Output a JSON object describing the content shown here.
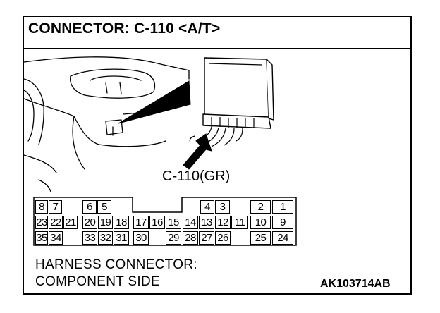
{
  "title": "CONNECTOR: C-110 <A/T>",
  "callout_label": "C-110(GR)",
  "connector": {
    "top_row": [
      [
        "8",
        "7"
      ],
      [
        "6",
        "5"
      ],
      [
        "4",
        "3"
      ],
      [
        "2",
        "1"
      ]
    ],
    "middle_row": [
      "23",
      "22",
      "21",
      "20",
      "19",
      "18",
      "17",
      "16",
      "15",
      "14",
      "13",
      "12",
      "11",
      "10",
      "9"
    ],
    "bottom_row": [
      [
        "35",
        "34"
      ],
      [
        "33",
        "32",
        "31",
        "30"
      ],
      [
        "29",
        "28",
        "27",
        "26"
      ],
      [
        "25",
        "24"
      ]
    ]
  },
  "footer": {
    "line1": "HARNESS CONNECTOR:",
    "line2": "COMPONENT SIDE"
  },
  "figure_code": "AK103714AB"
}
